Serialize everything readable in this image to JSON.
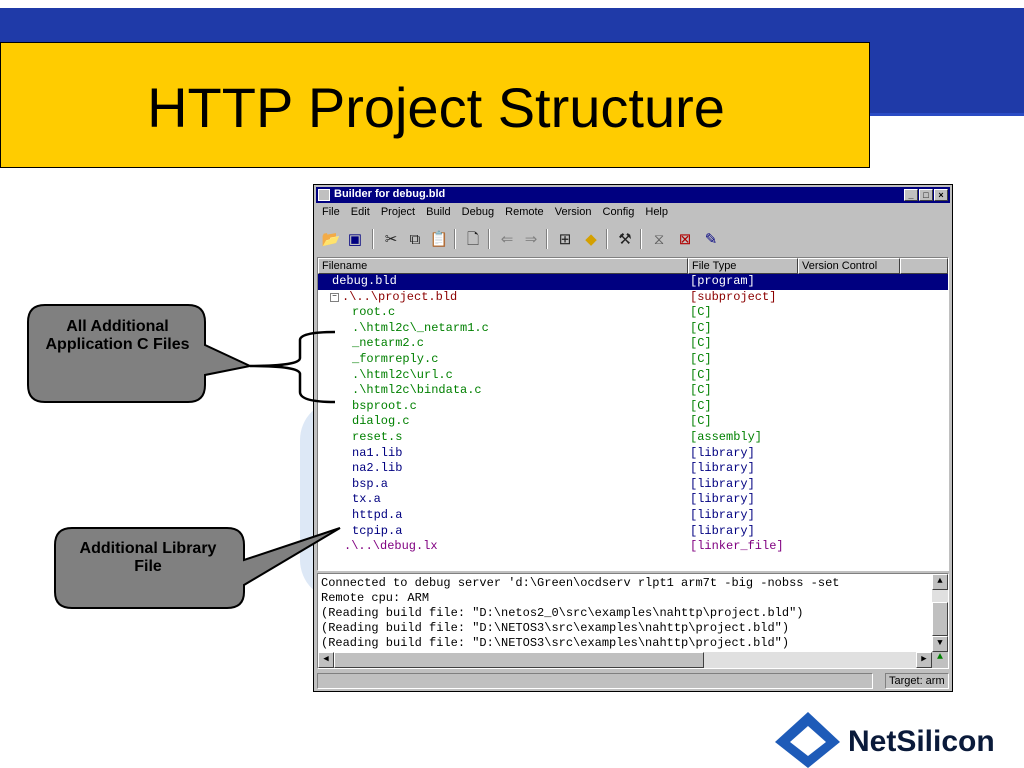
{
  "slide": {
    "title": "HTTP Project Structure",
    "colors": {
      "band": "#1f3aa8",
      "title_box": "#ffcc00",
      "callout": "#808080"
    }
  },
  "window": {
    "title": "Builder for debug.bld",
    "menus": [
      "File",
      "Edit",
      "Project",
      "Build",
      "Debug",
      "Remote",
      "Version",
      "Config",
      "Help"
    ],
    "toolbar_icons": [
      "open-folder-icon",
      "save-icon",
      "cut-icon",
      "copy-icon",
      "paste-icon",
      "new-file-icon",
      "back-arrow-icon",
      "forward-arrow-icon",
      "build-icon",
      "run-icon",
      "tools-icon",
      "network-icon",
      "stop-icon",
      "edit-icon"
    ],
    "columns": [
      "Filename",
      "File Type",
      "Version Control"
    ],
    "rows": [
      {
        "name": "debug.bld",
        "type": "[program]",
        "color": "#ffffff",
        "selected": true
      },
      {
        "name": ".\\..\\project.bld",
        "type": "[subproject]",
        "color": "#8b0000",
        "tree": "⊟"
      },
      {
        "name": "root.c",
        "type": "[C]",
        "color": "#008000"
      },
      {
        "name": ".\\html2c\\_netarm1.c",
        "type": "[C]",
        "color": "#008000"
      },
      {
        "name": "_netarm2.c",
        "type": "[C]",
        "color": "#008000"
      },
      {
        "name": "_formreply.c",
        "type": "[C]",
        "color": "#008000"
      },
      {
        "name": ".\\html2c\\url.c",
        "type": "[C]",
        "color": "#008000"
      },
      {
        "name": ".\\html2c\\bindata.c",
        "type": "[C]",
        "color": "#008000"
      },
      {
        "name": "bsproot.c",
        "type": "[C]",
        "color": "#008000"
      },
      {
        "name": "dialog.c",
        "type": "[C]",
        "color": "#008000"
      },
      {
        "name": "reset.s",
        "type": "[assembly]",
        "color": "#008000"
      },
      {
        "name": "na1.lib",
        "type": "[library]",
        "color": "#000080"
      },
      {
        "name": "na2.lib",
        "type": "[library]",
        "color": "#000080"
      },
      {
        "name": "bsp.a",
        "type": "[library]",
        "color": "#000080"
      },
      {
        "name": "tx.a",
        "type": "[library]",
        "color": "#000080"
      },
      {
        "name": "httpd.a",
        "type": "[library]",
        "color": "#000080"
      },
      {
        "name": "tcpip.a",
        "type": "[library]",
        "color": "#000080"
      },
      {
        "name": ".\\..\\debug.lx",
        "type": "[linker_file]",
        "color": "#800080"
      }
    ],
    "output_lines": [
      "Connected to debug server 'd:\\Green\\ocdserv rlpt1 arm7t -big -nobss -set",
      "Remote cpu: ARM",
      "(Reading build file: \"D:\\netos2_0\\src\\examples\\nahttp\\project.bld\")",
      "(Reading build file: \"D:\\NETOS3\\src\\examples\\nahttp\\project.bld\")",
      "(Reading build file: \"D:\\NETOS3\\src\\examples\\nahttp\\project.bld\")"
    ],
    "status_target": "Target: arm"
  },
  "callouts": {
    "app_files": "All Additional Application C Files",
    "lib_file": "Additional Library File"
  },
  "logo": {
    "text": "NetSilicon",
    "color": "#1e5bb8"
  }
}
